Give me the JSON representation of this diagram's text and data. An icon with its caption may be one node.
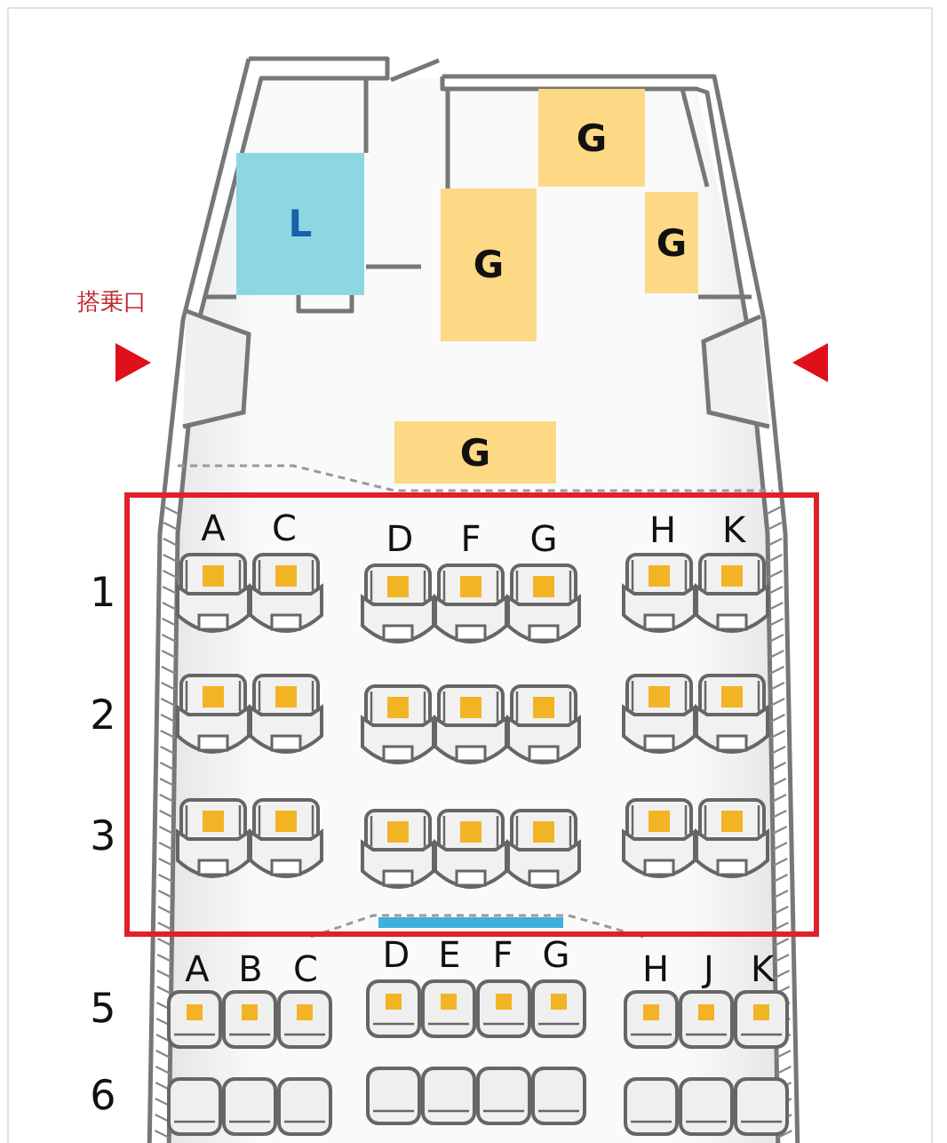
{
  "diagram": {
    "nodes": [
      {
        "text": [
          "G"
        ]
      },
      {
        "text": [
          "L"
        ]
      },
      {
        "text": [
          "G"
        ]
      },
      {
        "text": [
          "G"
        ]
      },
      {
        "text": [
          "G"
        ]
      }
    ],
    "labels": [
      "搭乗口",
      "A",
      "C",
      "D",
      "F",
      "G",
      "H",
      "K",
      "1",
      "2",
      "3",
      "A",
      "B",
      "C",
      "D",
      "E",
      "F",
      "G",
      "H",
      "J",
      "K",
      "5",
      "6"
    ]
  }
}
